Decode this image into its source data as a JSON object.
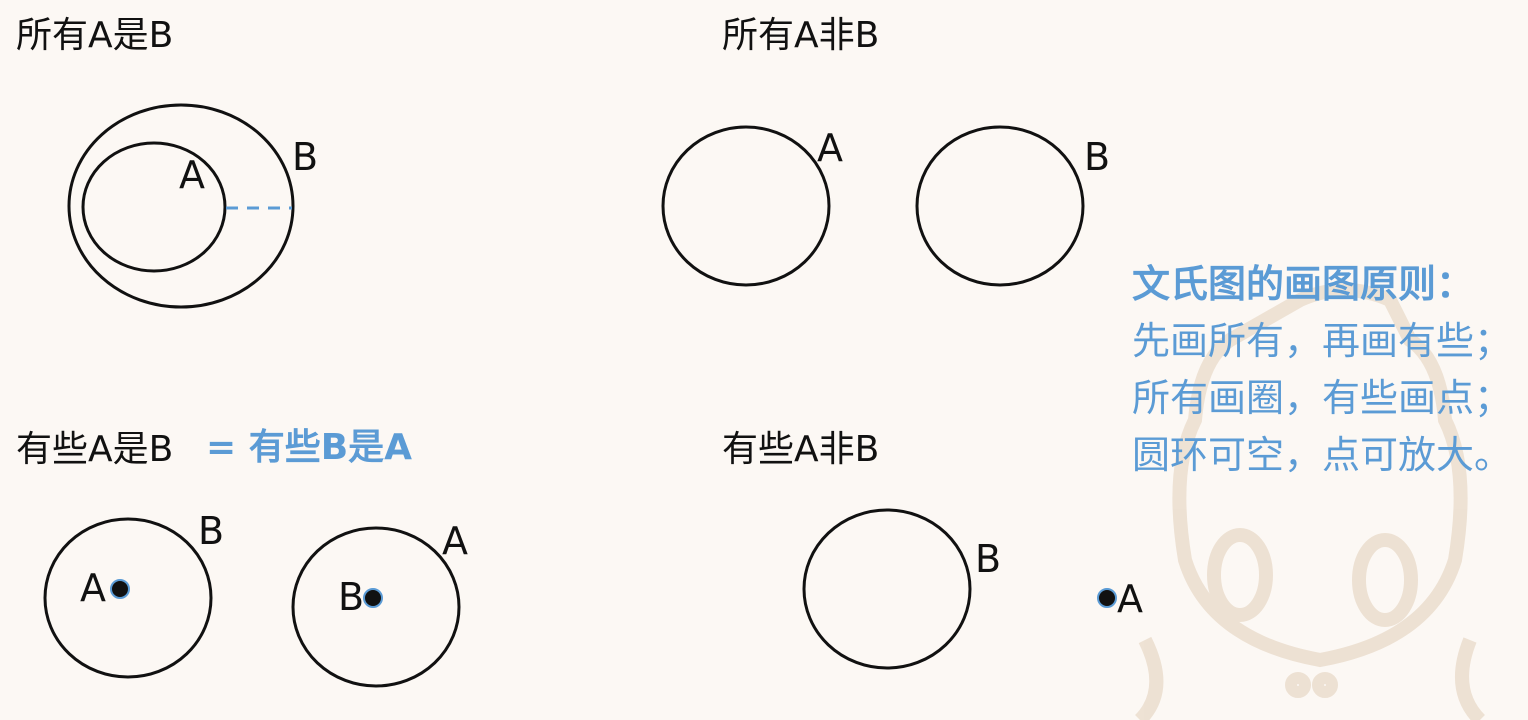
{
  "panels": {
    "all_a_is_b": {
      "title": "所有A是B",
      "outer": "B",
      "inner": "A"
    },
    "all_a_not_b": {
      "title": "所有A非B",
      "left": "A",
      "right": "B"
    },
    "some_a_is_b": {
      "title": "有些A是B",
      "equivalence": "= 有些B是A",
      "first": {
        "circle": "B",
        "point": "A"
      },
      "second": {
        "circle": "A",
        "point": "B"
      }
    },
    "some_a_not_b": {
      "title": "有些A非B",
      "circle": "B",
      "point": "A"
    }
  },
  "rules": {
    "title": "文氏图的画图原则：",
    "lines": [
      "先画所有，再画有些；",
      "所有画圈，有些画点；",
      "圆环可空，点可放大。"
    ]
  },
  "colors": {
    "accent": "#5b9bd5",
    "stroke": "#111111",
    "background": "#fcf8f4",
    "watermark": "#e8dbcc"
  }
}
